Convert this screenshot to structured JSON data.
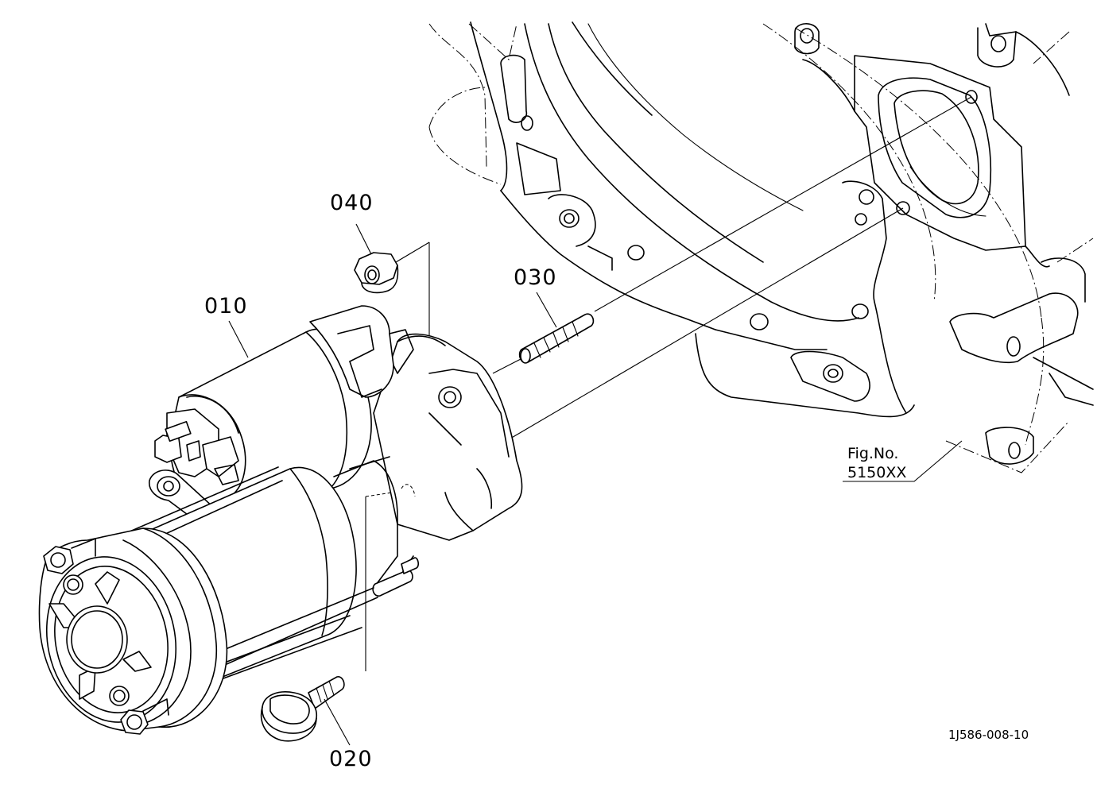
{
  "callouts": {
    "part_010": "010",
    "part_020": "020",
    "part_030": "030",
    "part_040": "040"
  },
  "reference": {
    "fig_line1": "Fig.No.",
    "fig_line2": "5150XX"
  },
  "drawing_code": "1J586-008-10"
}
